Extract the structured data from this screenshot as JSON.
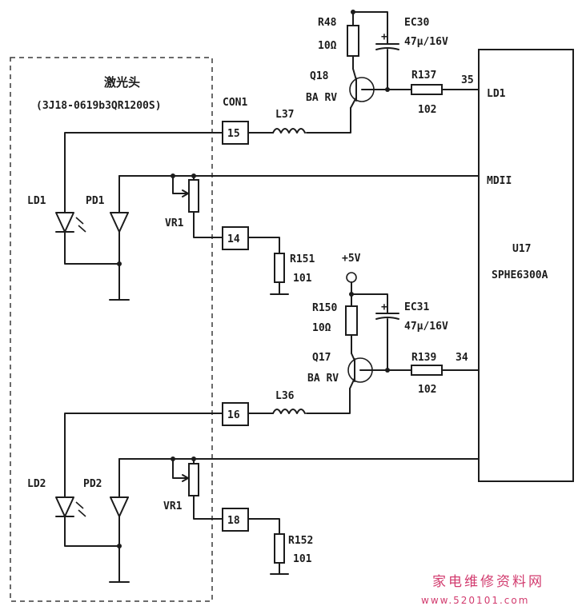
{
  "laser_head": {
    "title": "激光头",
    "model": "(3J18-0619b3QR1200S)",
    "connector": "CON1",
    "pins": [
      "15",
      "14",
      "16",
      "18"
    ],
    "ld1": "LD1",
    "pd1": "PD1",
    "ld2": "LD2",
    "pd2": "PD2",
    "vr_top": "VR1",
    "vr_bottom": "VR1"
  },
  "upper": {
    "r48": "R48",
    "r48_val": "10Ω",
    "ec30": "EC30",
    "ec30_val": "47μ/16V",
    "q18": "Q18",
    "q18_type": "BA RV",
    "l37": "L37",
    "r137": "R137",
    "r137_val": "102",
    "r151": "R151",
    "r151_val": "101"
  },
  "lower": {
    "supply": "+5V",
    "r150": "R150",
    "r150_val": "10Ω",
    "ec31": "EC31",
    "ec31_val": "47μ/16V",
    "q17": "Q17",
    "q17_type": "BA RV",
    "l36": "L36",
    "r139": "R139",
    "r139_val": "102",
    "r152": "R152",
    "r152_val": "101"
  },
  "ic": {
    "ref": "U17",
    "part": "SPHE6300A",
    "pin35": "35",
    "pin34": "34",
    "ld1_pin": "LD1",
    "md_pin": "MDII"
  },
  "watermark": {
    "cn": "家电维修资料网",
    "url": "www.520101.com"
  }
}
